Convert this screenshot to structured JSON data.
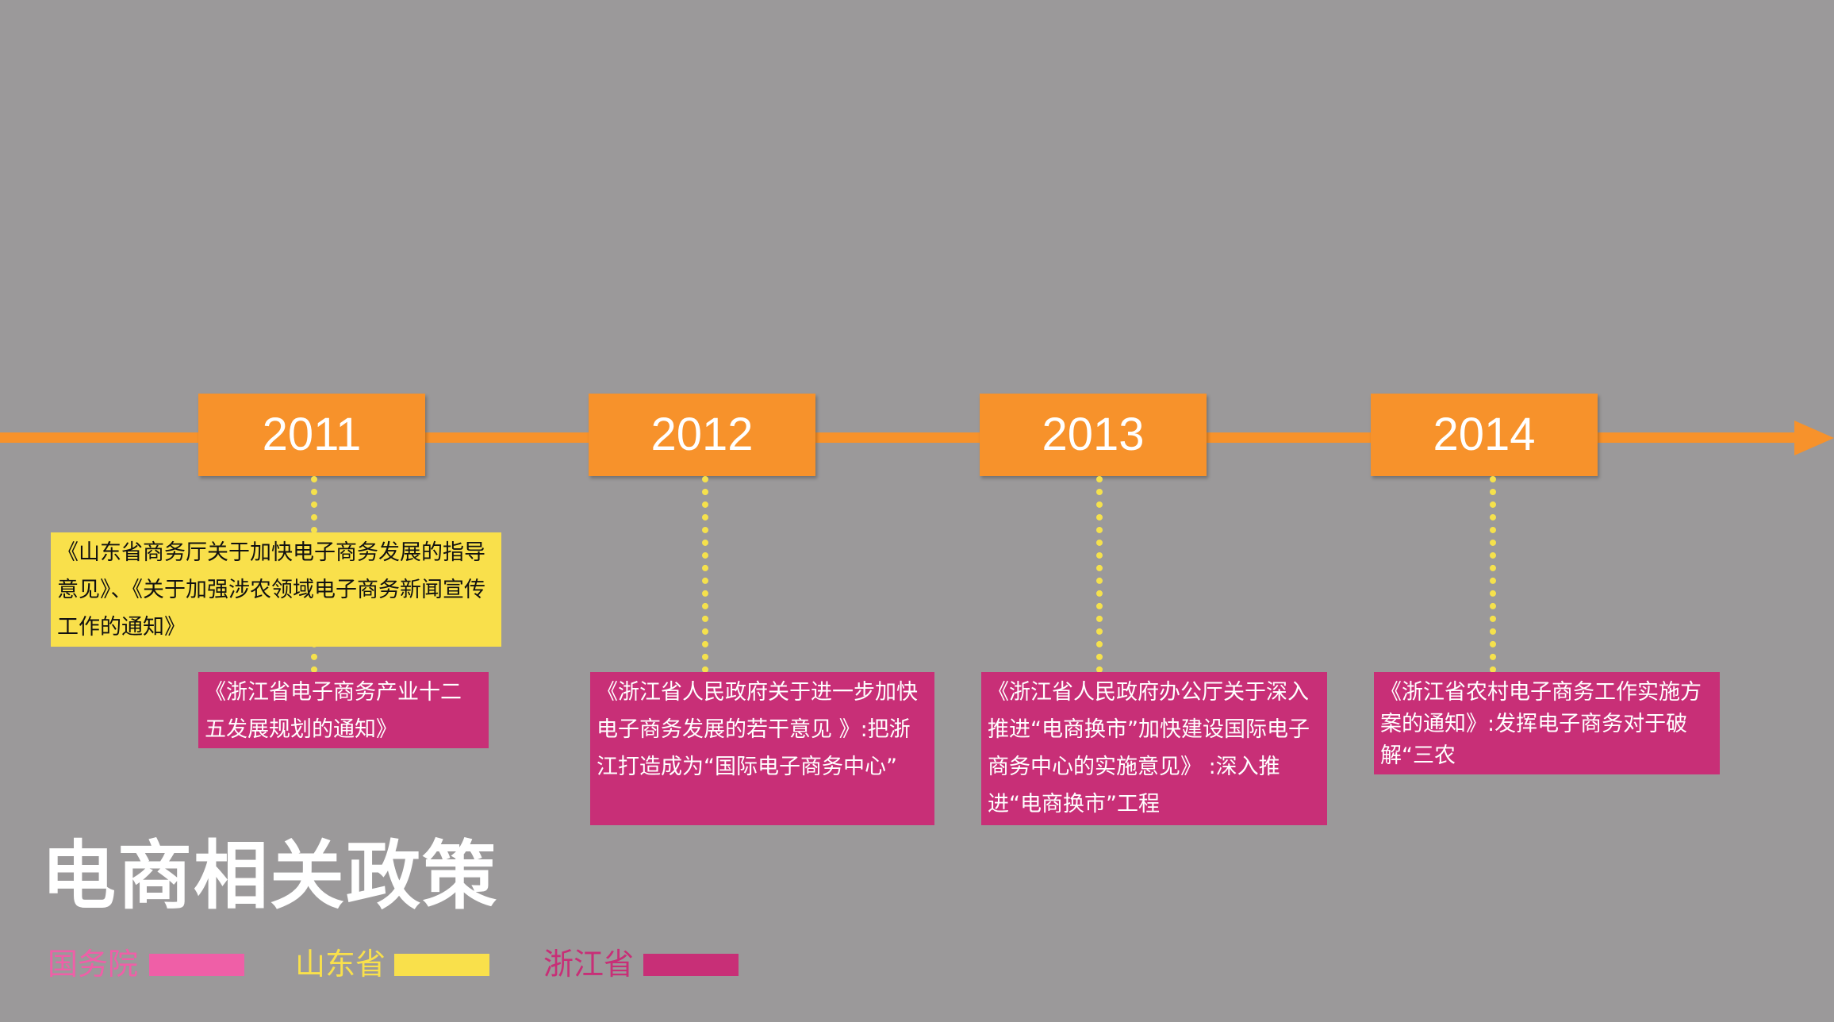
{
  "colors": {
    "background": "#9b999a",
    "timeline": "#f7922b",
    "connector": "#f5e14c",
    "state_council": "#ef5fa7",
    "shandong": "#f9e04b",
    "zhejiang": "#c82f77"
  },
  "timeline": {
    "years": [
      "2011",
      "2012",
      "2013",
      "2014"
    ]
  },
  "policies": {
    "shandong_2011": "《山东省商务厅关于加快电子商务发展的指导意见》、《关于加强涉农领域电子商务新闻宣传工作的通知》",
    "zhejiang_2011": "《浙江省电子商务产业十二五发展规划的通知》",
    "zhejiang_2012": "《浙江省人民政府关于进一步加快电子商务发展的若干意见 》:把浙江打造成为“国际电子商务中心”",
    "zhejiang_2013": "《浙江省人民政府办公厅关于深入推进“电商换市”加快建设国际电子商务中心的实施意见》 :深入推进“电商换市”工程",
    "zhejiang_2014": "《浙江省农村电子商务工作实施方案的通知》:发挥电子商务对于破解“三农"
  },
  "title": "电商相关政策",
  "legend": [
    {
      "label": "国务院",
      "color": "#ef5fa7"
    },
    {
      "label": "山东省",
      "color": "#f9e04b"
    },
    {
      "label": "浙江省",
      "color": "#c82f77"
    }
  ]
}
